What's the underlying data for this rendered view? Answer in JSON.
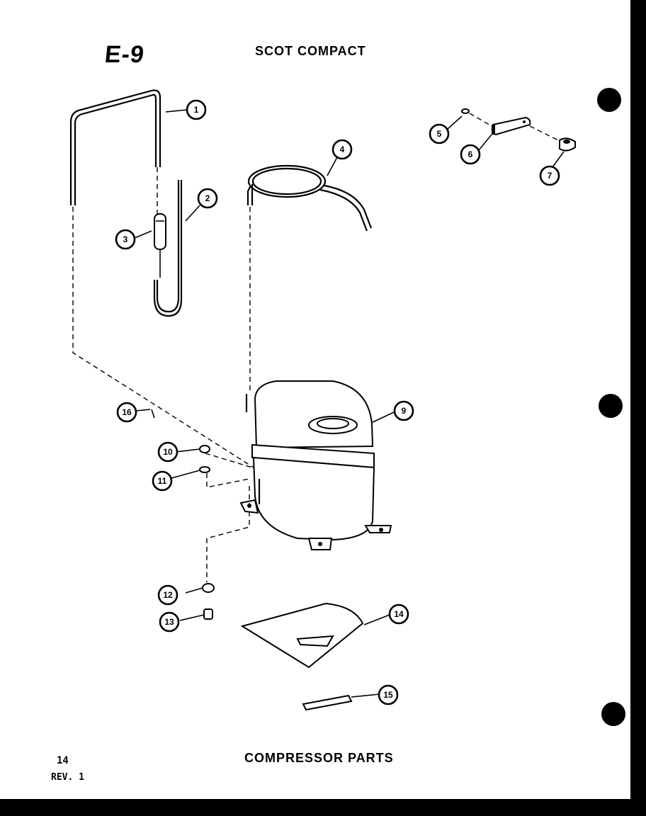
{
  "header": {
    "section_code": "E-9",
    "model_title": "SCOT COMPACT"
  },
  "footer": {
    "title": "COMPRESSOR PARTS",
    "page_number": "14",
    "revision": "REV. 1"
  },
  "callouts": [
    "1",
    "2",
    "3",
    "4",
    "5",
    "6",
    "7",
    "9",
    "16",
    "10",
    "11",
    "12",
    "13",
    "14",
    "15"
  ],
  "colors": {
    "ink": "#000000",
    "paper": "#ffffff"
  }
}
